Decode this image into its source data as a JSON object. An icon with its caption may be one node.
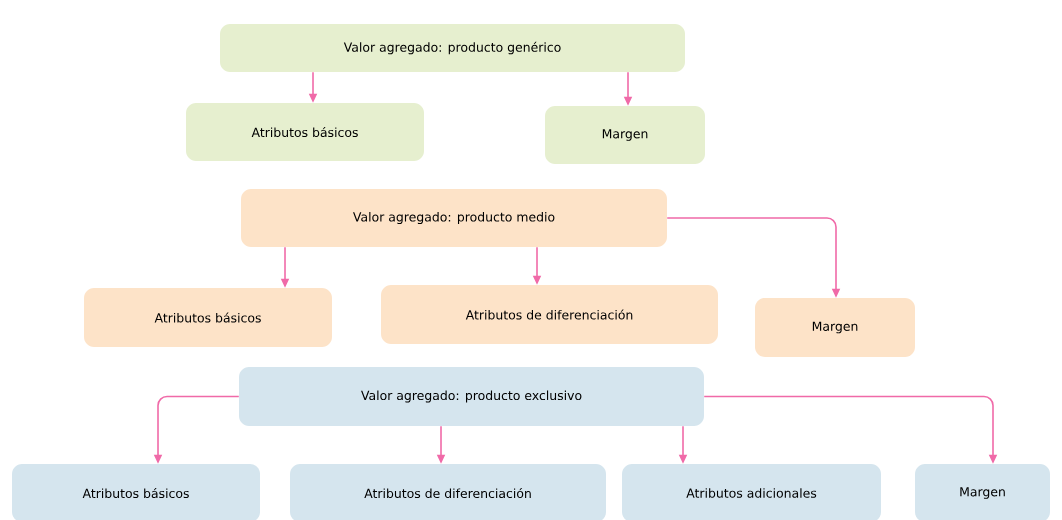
{
  "diagram": {
    "nodes": [
      {
        "text": [
          "Valor agregado: producto genérico"
        ]
      },
      {
        "text": [
          "Atributos básicos"
        ]
      },
      {
        "text": [
          "Margen"
        ]
      },
      {
        "text": [
          "Valor agregado: producto medio"
        ]
      },
      {
        "text": [
          "Atributos básicos"
        ]
      },
      {
        "text": [
          "Atributos de diferenciación"
        ]
      },
      {
        "text": [
          "Margen"
        ]
      },
      {
        "text": [
          "Valor agregado: producto exclusivo"
        ]
      },
      {
        "text": [
          "Atributos básicos"
        ]
      },
      {
        "text": [
          "Atributos de diferenciación"
        ]
      },
      {
        "text": [
          "Atributos adicionales"
        ]
      },
      {
        "text": [
          "Margen"
        ]
      }
    ],
    "edges": [
      {
        "from": 0,
        "to": 1,
        "arrow": "to"
      },
      {
        "from": 0,
        "to": 2,
        "arrow": "to"
      },
      {
        "from": 3,
        "to": 4,
        "arrow": "to"
      },
      {
        "from": 3,
        "to": 5,
        "arrow": "to"
      },
      {
        "from": 3,
        "to": 6,
        "arrow": "to"
      },
      {
        "from": 7,
        "to": 8,
        "arrow": "to"
      },
      {
        "from": 7,
        "to": 9,
        "arrow": "to"
      },
      {
        "from": 7,
        "to": 10,
        "arrow": "to"
      },
      {
        "from": 7,
        "to": 11,
        "arrow": "to"
      }
    ]
  }
}
